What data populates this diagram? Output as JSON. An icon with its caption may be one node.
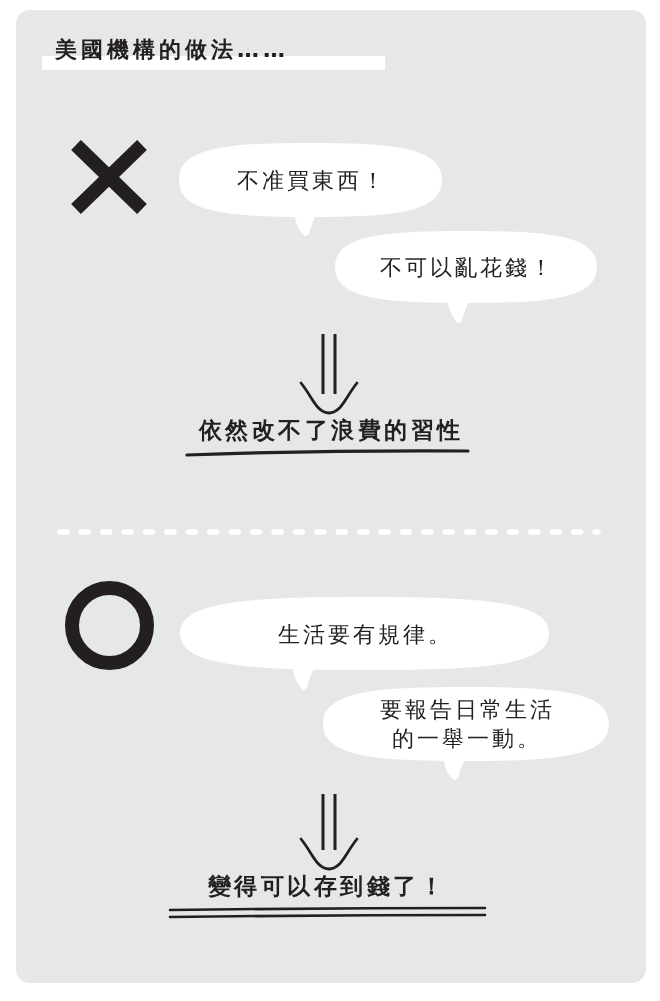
{
  "diagram": {
    "title": "美國機構的做法……",
    "nodes": [
      {
        "text": [
          "不准買東西！"
        ]
      },
      {
        "text": [
          "不可以亂花錢！"
        ]
      },
      {
        "text": [
          "依然改不了浪費的習性"
        ]
      },
      {
        "text": [
          "生活要有規律。"
        ]
      },
      {
        "text": [
          "要報告日常生活的一舉一動。"
        ]
      },
      {
        "text": [
          "變得可以存到錢了！"
        ]
      }
    ],
    "edges": [
      {
        "from": null,
        "to": 2,
        "arrow": "to"
      },
      {
        "from": null,
        "to": 5,
        "arrow": "to"
      }
    ]
  }
}
